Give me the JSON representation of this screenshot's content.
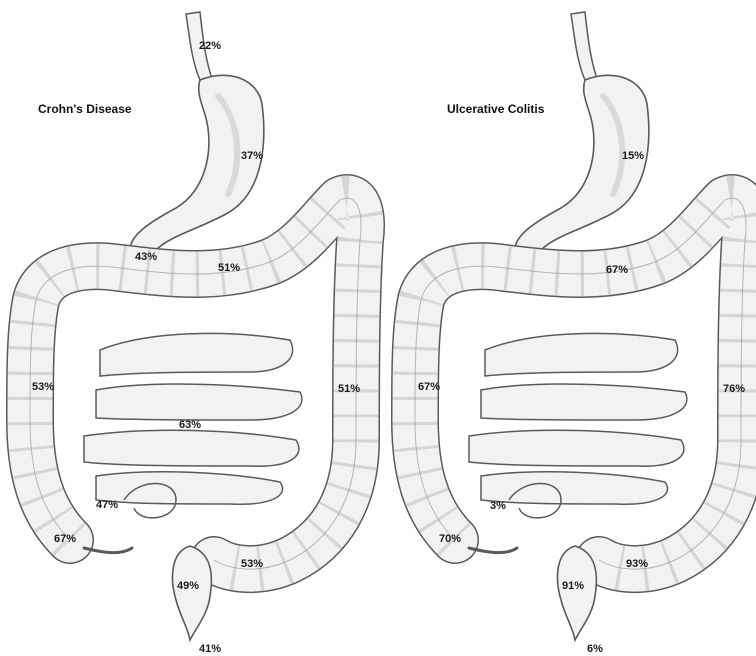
{
  "panels": [
    {
      "title": "Crohn's Disease",
      "labels": {
        "esophagus": "22%",
        "stomach": "37%",
        "duodenum": "43%",
        "transverse_colon": "51%",
        "ascending_colon": "53%",
        "descending_colon": "51%",
        "small_intestine": "63%",
        "ileum": "47%",
        "cecum": "67%",
        "sigmoid_colon": "53%",
        "rectum": "49%",
        "anus": "41%"
      }
    },
    {
      "title": "Ulcerative Colitis",
      "labels": {
        "stomach": "15%",
        "transverse_colon": "67%",
        "ascending_colon": "67%",
        "descending_colon": "76%",
        "ileum": "3%",
        "cecum": "70%",
        "sigmoid_colon": "93%",
        "rectum": "91%",
        "anus": "6%"
      }
    }
  ],
  "colors": {
    "outline": "#5a5a5a",
    "fill": "#f2f2f2",
    "shade": "#c9c9c9",
    "text": "#1a1a1a"
  }
}
